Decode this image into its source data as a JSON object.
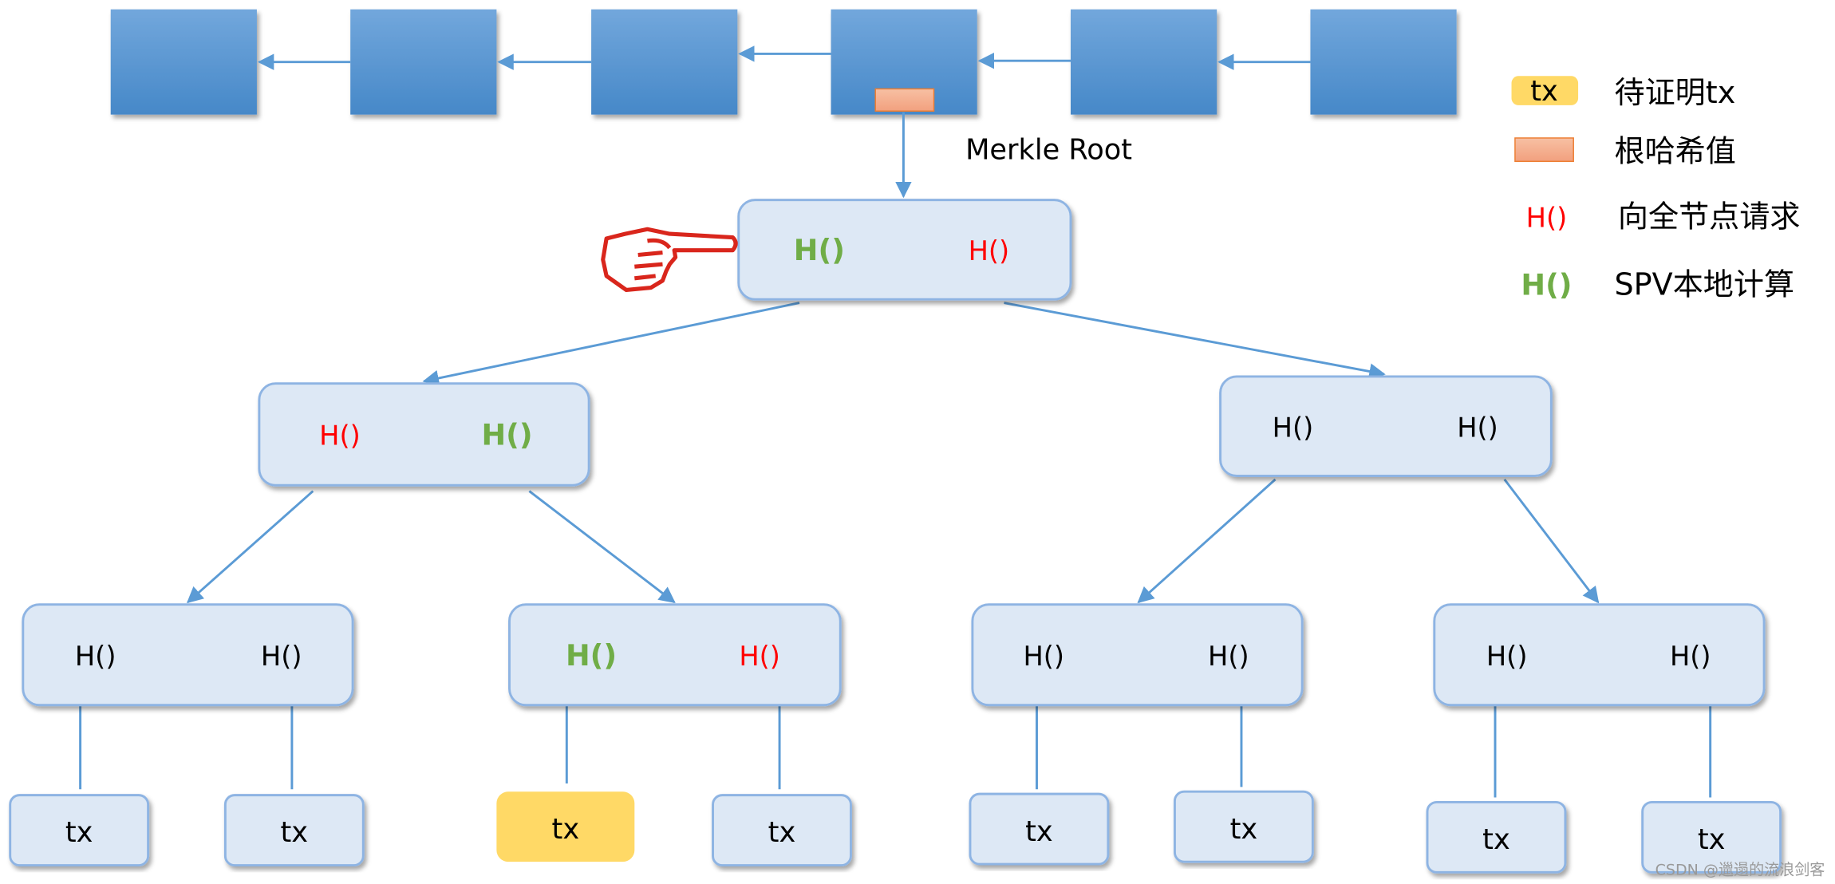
{
  "colors": {
    "block": "#5b9bd5",
    "node_fill": "#dde8f5",
    "node_stroke": "#8eb4e3",
    "arrow": "#5b9bd5",
    "root_hash": "#f4b183",
    "tx_highlight": "#ffd966",
    "requested": "#ff0000",
    "computed": "#70ad47",
    "hand": "#d9261c"
  },
  "merkle_root_label": "Merkle Root",
  "hash_label": "H()",
  "tx_label": "tx",
  "legend": [
    {
      "symbol": "tx",
      "text": "待证明tx"
    },
    {
      "symbol": "",
      "text": "根哈希值"
    },
    {
      "symbol": "H()",
      "text": "向全节点请求"
    },
    {
      "symbol": "H()",
      "text": "SPV本地计算"
    }
  ],
  "watermark": "CSDN @邋遢的流浪剑客",
  "icons": {
    "pointer": "pointing-hand-icon"
  }
}
